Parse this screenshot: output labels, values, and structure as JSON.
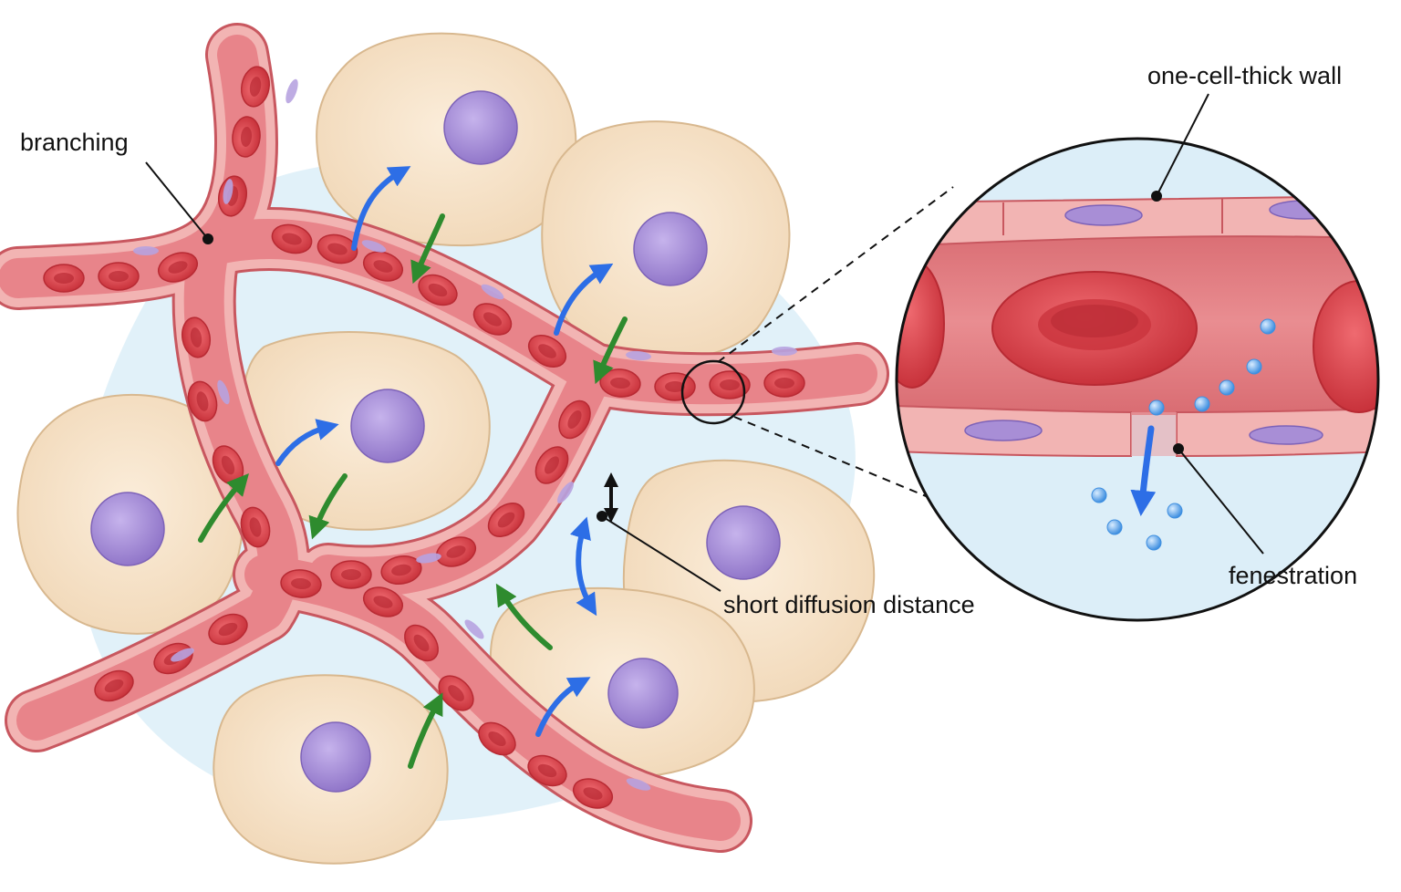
{
  "labels": {
    "branching": "branching",
    "one_cell_thick_wall": "one-cell-thick wall",
    "short_diffusion_distance": "short diffusion distance",
    "fenestration": "fenestration"
  },
  "colors": {
    "vessel_fill": "#e8848a",
    "vessel_wall": "#f2b4b3",
    "vessel_edge": "#c8575f",
    "rbc": "#d63a42",
    "rbc_center": "#b82a33",
    "tissue_cell": "#f6e1c7",
    "tissue_edge": "#d8b88f",
    "nucleus": "#a88ed6",
    "interstitial": "#dceef8",
    "arrow_oxygen": "#2d6ee6",
    "arrow_waste": "#2e8b2e",
    "particle": "#6fb3ee"
  },
  "icons": [
    "rbc-icon",
    "tissue-cell-icon",
    "nucleus-icon",
    "diffusion-arrow-icon",
    "particle-icon",
    "magnifier-circle-icon"
  ]
}
